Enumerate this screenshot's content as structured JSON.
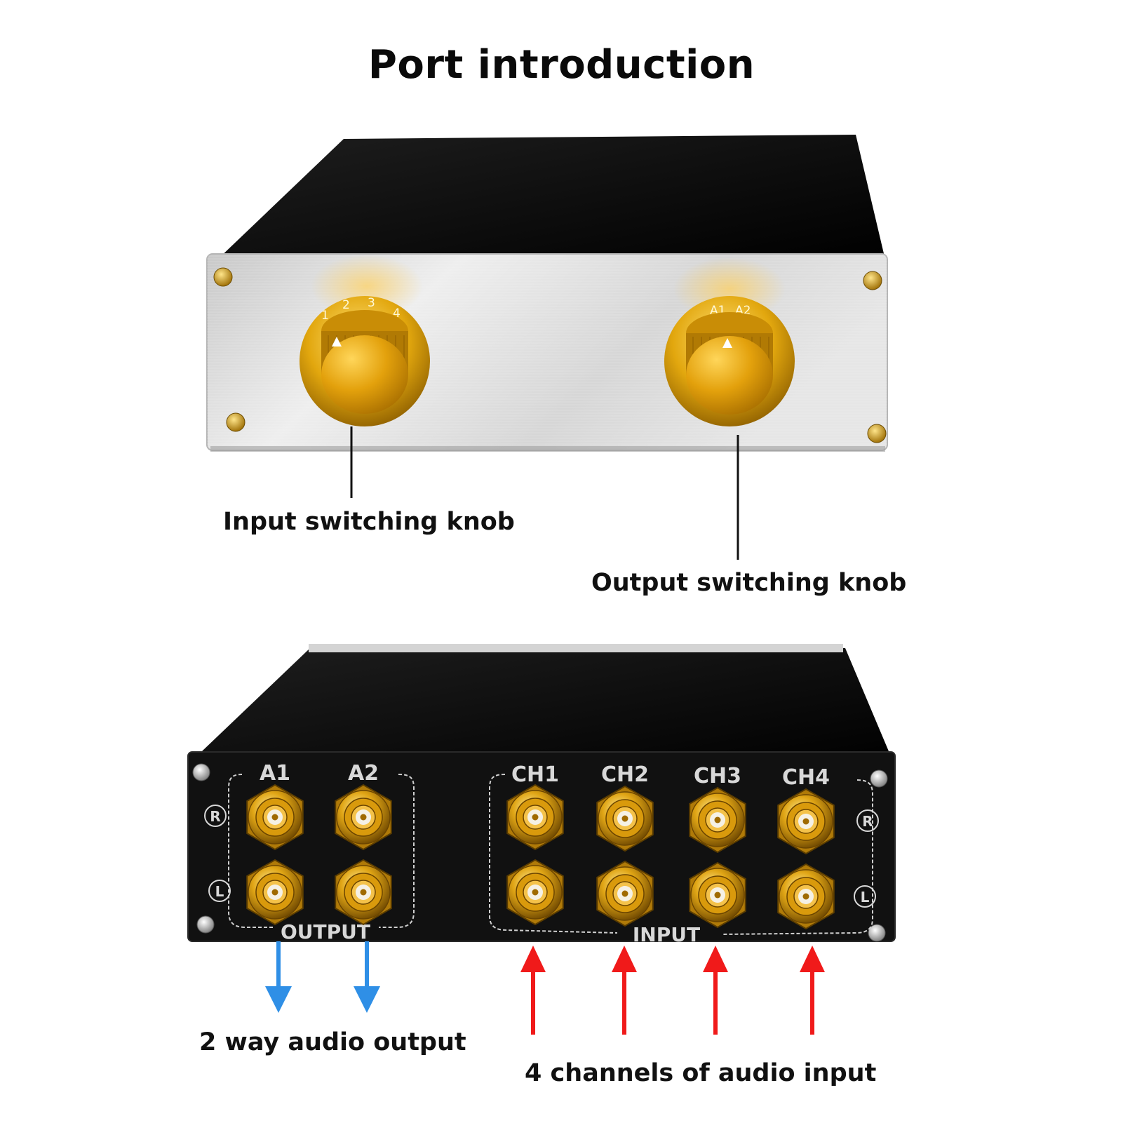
{
  "title": "Port introduction",
  "front": {
    "input_knob_label": "Input switching knob",
    "output_knob_label": "Output switching knob",
    "input_dial_numbers": [
      "1",
      "2",
      "3",
      "4"
    ],
    "output_dial_numbers": [
      "A1",
      "A2"
    ]
  },
  "rear": {
    "output_columns": [
      "A1",
      "A2"
    ],
    "input_columns": [
      "CH1",
      "CH2",
      "CH3",
      "CH4"
    ],
    "row_markers": [
      "R",
      "L"
    ],
    "output_group_label": "OUTPUT",
    "input_group_label": "INPUT",
    "output_caption": "2 way audio output",
    "input_caption": "4 channels of audio input"
  },
  "colors": {
    "output_arrow": "#2f8fe6",
    "input_arrow": "#f01a1a",
    "gold": "#e2a70e",
    "panel_silver": "#d9d9d9",
    "chassis": "#121212"
  }
}
